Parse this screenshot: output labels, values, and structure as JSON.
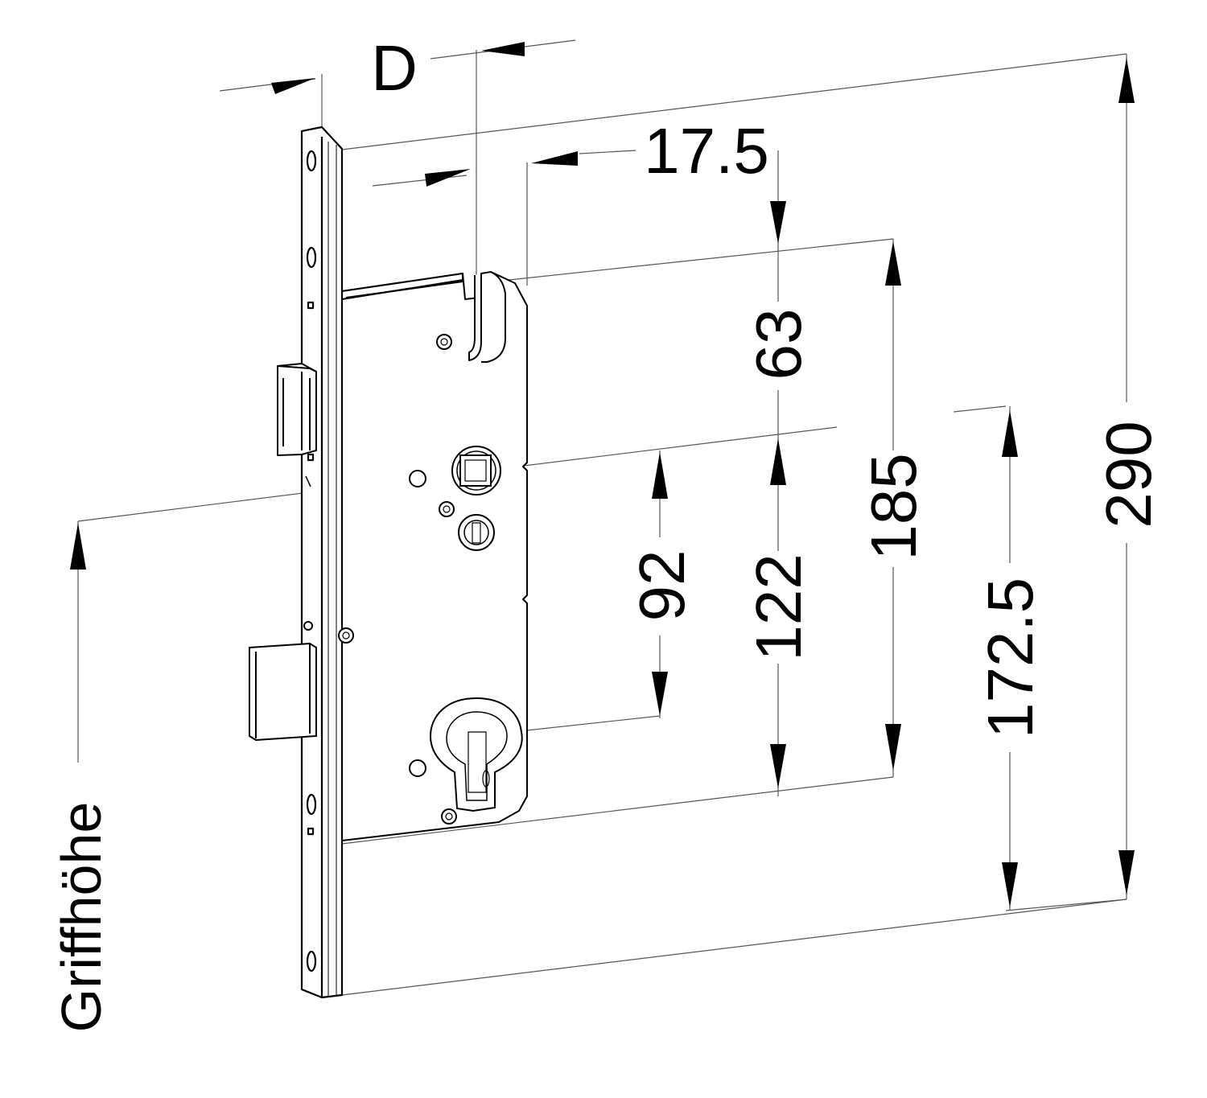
{
  "drawing": {
    "dimensions": {
      "backset": "D",
      "faceplate_offset": "17.5",
      "latch_to_top": "63",
      "handle_to_cylinder": "92",
      "latch_to_bottom": "122",
      "case_height": "185",
      "handle_height_lower": "172.5",
      "faceplate_length": "290"
    },
    "handle_height_label": "Griffhöhe"
  }
}
